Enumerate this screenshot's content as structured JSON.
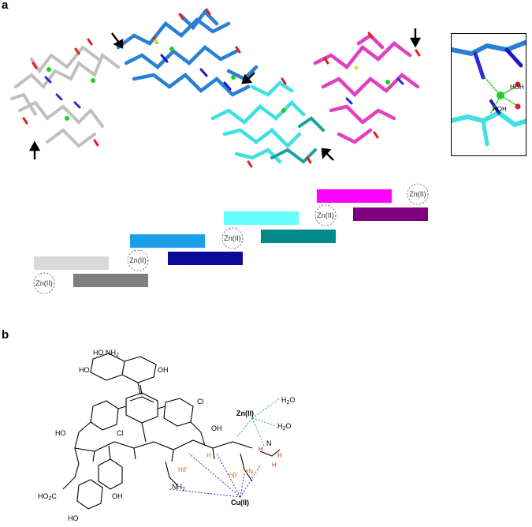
{
  "figure": {
    "panel_a_letter": "a",
    "panel_b_letter": "b"
  },
  "panel_a": {
    "inset_labels": [
      "HOH",
      "HOH"
    ],
    "schematic_bars": [
      {
        "color": "#d9d9d9"
      },
      {
        "color": "#7f7f7f"
      },
      {
        "color": "#1a9ee8"
      },
      {
        "color": "#0a0a9a"
      },
      {
        "color": "#66ffff"
      },
      {
        "color": "#008b8b"
      },
      {
        "color": "#ff00ff"
      },
      {
        "color": "#7f007f"
      }
    ],
    "zinc_labels": [
      "Zn(II)",
      "Zn(II)",
      "Zn(II)",
      "Zn(II)",
      "Zn(II)"
    ]
  },
  "panel_b": {
    "labels": {
      "amine": "HO NH",
      "amine_sub": "2",
      "cl1": "Cl",
      "cl2": "Cl",
      "oh1": "OH",
      "oh2": "OH",
      "oh3": "OH",
      "ho1": "HO",
      "ho2": "HO",
      "ho3": "HO",
      "nh2": "NH",
      "nh2_sub": "2",
      "co2h": "HO",
      "co2h_sub": "2",
      "co2h_tail": "C",
      "zinc": "Zn(II)",
      "copper": "Cu(II)",
      "water1": "H",
      "water1_sub": "2",
      "water1_tail": "O",
      "water2": "H",
      "water2_sub": "2",
      "water2_tail": "O",
      "hx": "H",
      "hy": "H",
      "hz": "H",
      "hd": "Hδ'",
      "hb": "Hβ'",
      "hg": "Hγ",
      "hn": "H",
      "o": "O",
      "n": "N",
      "h": "H"
    }
  }
}
